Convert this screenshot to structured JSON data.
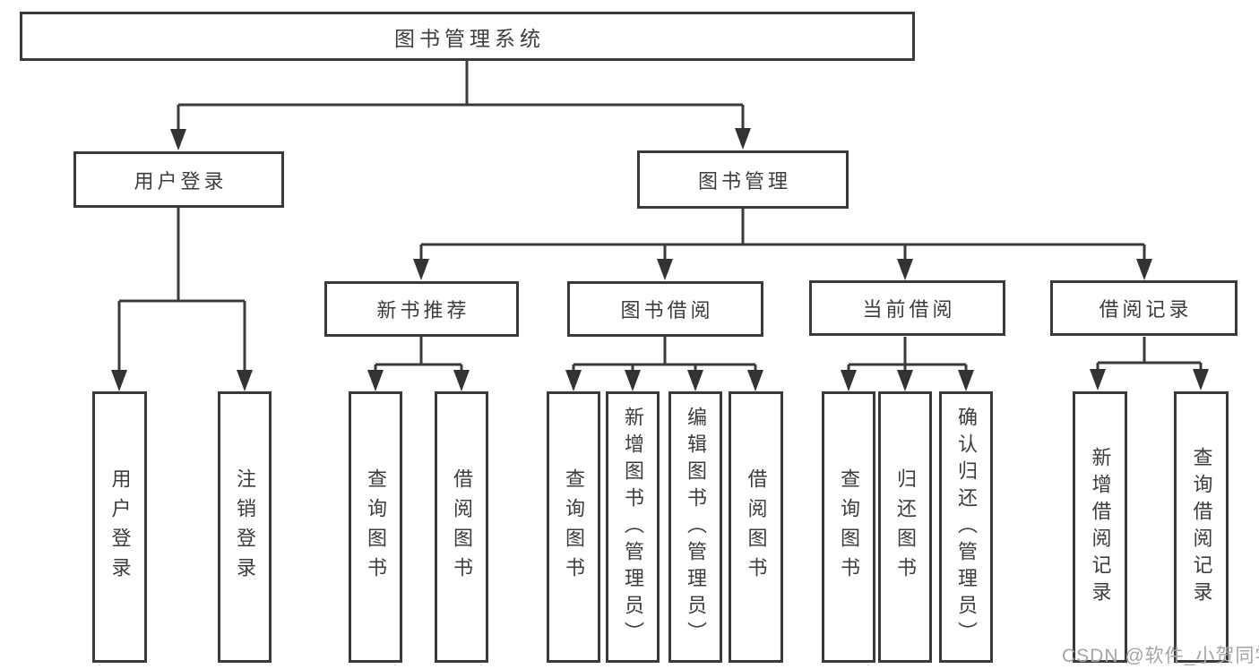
{
  "tree": {
    "label": "图书管理系统",
    "children": [
      {
        "label": "用户登录",
        "children": [
          {
            "label": "用户登录"
          },
          {
            "label": "注销登录"
          }
        ]
      },
      {
        "label": "图书管理",
        "children": [
          {
            "label": "新书推荐",
            "children": [
              {
                "label": "查询图书"
              },
              {
                "label": "借阅图书"
              }
            ]
          },
          {
            "label": "图书借阅",
            "children": [
              {
                "label": "查询图书"
              },
              {
                "label": "新增图书（管理员）"
              },
              {
                "label": "编辑图书（管理员）"
              },
              {
                "label": "借阅图书"
              }
            ]
          },
          {
            "label": "当前借阅",
            "children": [
              {
                "label": "查询图书"
              },
              {
                "label": "归还图书"
              },
              {
                "label": "确认归还（管理员）"
              }
            ]
          },
          {
            "label": "借阅记录",
            "children": [
              {
                "label": "新增借阅记录"
              },
              {
                "label": "查询借阅记录"
              }
            ]
          }
        ]
      }
    ]
  },
  "watermark": {
    "text": "CSDN @软件_小贺同学"
  },
  "colors": {
    "line": "#3a3a3a",
    "text": "#3c3c41",
    "box_fill": "#ffffff",
    "watermark": "#a5a5a5",
    "background": "#ffffff"
  }
}
